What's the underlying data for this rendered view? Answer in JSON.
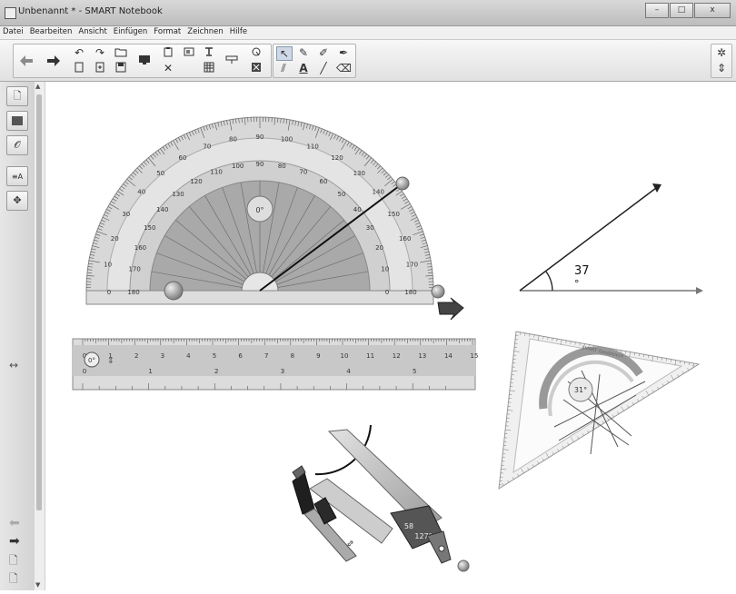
{
  "window": {
    "title": "Unbenannt * - SMART Notebook",
    "minimize_glyph": "–",
    "maximize_glyph": "□",
    "close_glyph": "x"
  },
  "menu": [
    "Datei",
    "Bearbeiten",
    "Ansicht",
    "Einfügen",
    "Format",
    "Zeichnen",
    "Hilfe"
  ],
  "toolbar_icons": {
    "back": "arrow-left-icon",
    "forward": "arrow-right-icon",
    "undo": "undo-icon",
    "redo": "redo-icon",
    "open": "folder-open-icon",
    "new_page": "new-page-icon",
    "save": "save-icon",
    "screen_shade": "screen-shade-icon",
    "delete": "delete-icon",
    "settings": "gear-icon",
    "move_toolbar": "updown-arrows-icon"
  },
  "canvas": {
    "protractor": {
      "outer_scale": [
        "0",
        "10",
        "20",
        "30",
        "40",
        "50",
        "60",
        "70",
        "80",
        "90",
        "100",
        "110",
        "120",
        "130",
        "140",
        "150",
        "160",
        "170",
        "180"
      ],
      "inner_scale": [
        "180",
        "170",
        "160",
        "150",
        "140",
        "130",
        "120",
        "110",
        "100",
        "90",
        "80",
        "70",
        "60",
        "50",
        "40",
        "30",
        "20",
        "10",
        "0"
      ],
      "angle_readout": "0°"
    },
    "ruler": {
      "cm_labels": [
        "0",
        "1",
        "2",
        "3",
        "4",
        "5",
        "6",
        "7",
        "8",
        "9",
        "10",
        "11",
        "12",
        "13",
        "14",
        "15"
      ],
      "inch_labels": [
        "0",
        "1",
        "2",
        "3",
        "4",
        "5"
      ],
      "angle_readout": "0°"
    },
    "angle": {
      "value": "37",
      "unit": "°"
    },
    "geodreieck": {
      "brand": "SMART Geodreieck",
      "angle_readout": "31°"
    },
    "compass": {
      "radius_readout": "58",
      "angle_readout": "127°"
    }
  }
}
